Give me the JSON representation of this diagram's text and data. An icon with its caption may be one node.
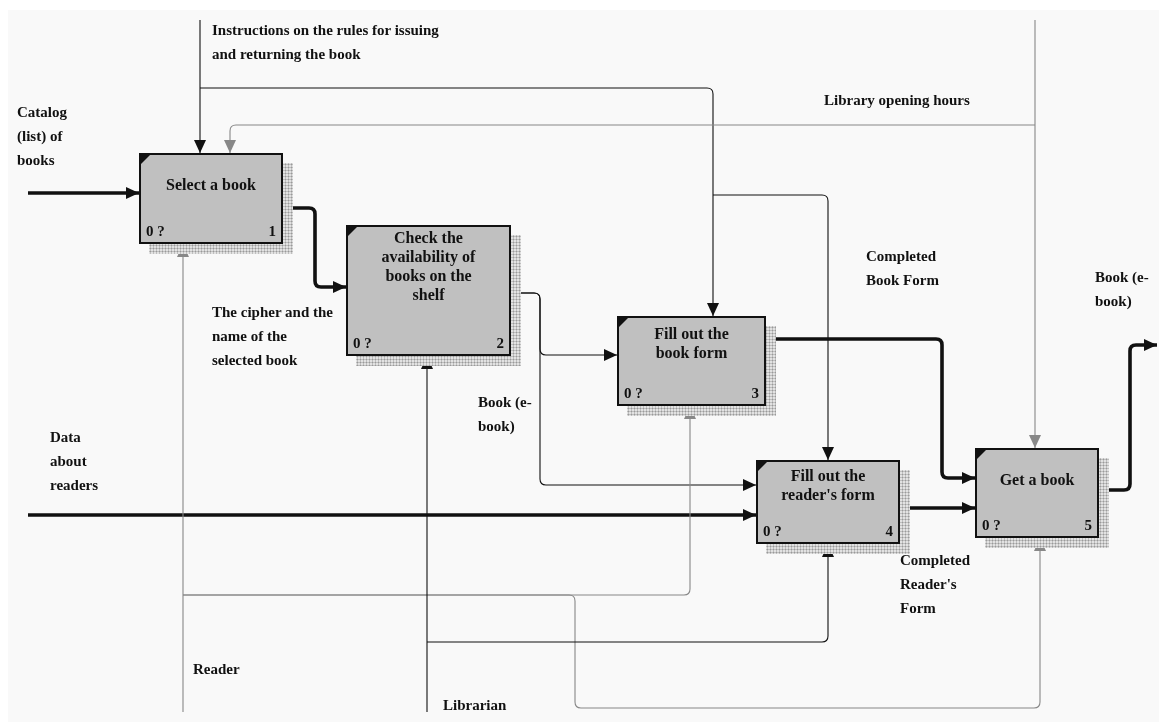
{
  "diagram": {
    "nodes": [
      {
        "text": [
          "Select a book",
          "0 ?",
          "1"
        ]
      },
      {
        "text": [
          "Check the availability of books on the shelf",
          "0 ?",
          "2"
        ]
      },
      {
        "text": [
          "Fill out the book form",
          "0 ?",
          "3"
        ]
      },
      {
        "text": [
          "Fill out the reader's form",
          "0 ?",
          "4"
        ]
      },
      {
        "text": [
          "Get a book",
          "0 ?",
          "5"
        ]
      }
    ],
    "edges": [
      {
        "from": null,
        "to": 0,
        "arrow": "to",
        "label": "Catalog (list) of books",
        "style": "thick"
      },
      {
        "from": null,
        "to": 0,
        "arrow": "to",
        "label": "Instructions on the rules for issuing and returning the book"
      },
      {
        "from": null,
        "to": 2,
        "arrow": "to"
      },
      {
        "from": null,
        "to": 3,
        "arrow": "to"
      },
      {
        "from": null,
        "to": 4,
        "arrow": "to",
        "color": "#888888"
      },
      {
        "from": null,
        "to": 0,
        "arrow": "to",
        "label": "Library opening hours",
        "color": "#888888"
      },
      {
        "from": 0,
        "to": 1,
        "arrow": "to",
        "label": "The cipher and the name of the selected book",
        "style": "thick"
      },
      {
        "from": 1,
        "to": 2,
        "arrow": "to"
      },
      {
        "from": 1,
        "to": 3,
        "arrow": "to",
        "label": "Book (e-book)"
      },
      {
        "from": null,
        "to": 3,
        "arrow": "to",
        "label": "Data about readers",
        "style": "thick"
      },
      {
        "from": 2,
        "to": 4,
        "arrow": "to",
        "label": "Completed Book Form",
        "style": "thick"
      },
      {
        "from": 3,
        "to": 4,
        "arrow": "to",
        "label": "Completed Reader's Form",
        "style": "thick"
      },
      {
        "from": 4,
        "to": null,
        "arrow": "to",
        "label": "Book (e-book)",
        "style": "thick"
      },
      {
        "from": null,
        "to": 0,
        "arrow": "to",
        "label": "Reader",
        "color": "#888888"
      },
      {
        "from": null,
        "to": 2,
        "arrow": "to",
        "color": "#888888"
      },
      {
        "from": null,
        "to": 4,
        "arrow": "to",
        "color": "#888888"
      },
      {
        "from": null,
        "to": 1,
        "arrow": "to",
        "label": "Librarian"
      },
      {
        "from": null,
        "to": 3,
        "arrow": "to"
      }
    ]
  }
}
